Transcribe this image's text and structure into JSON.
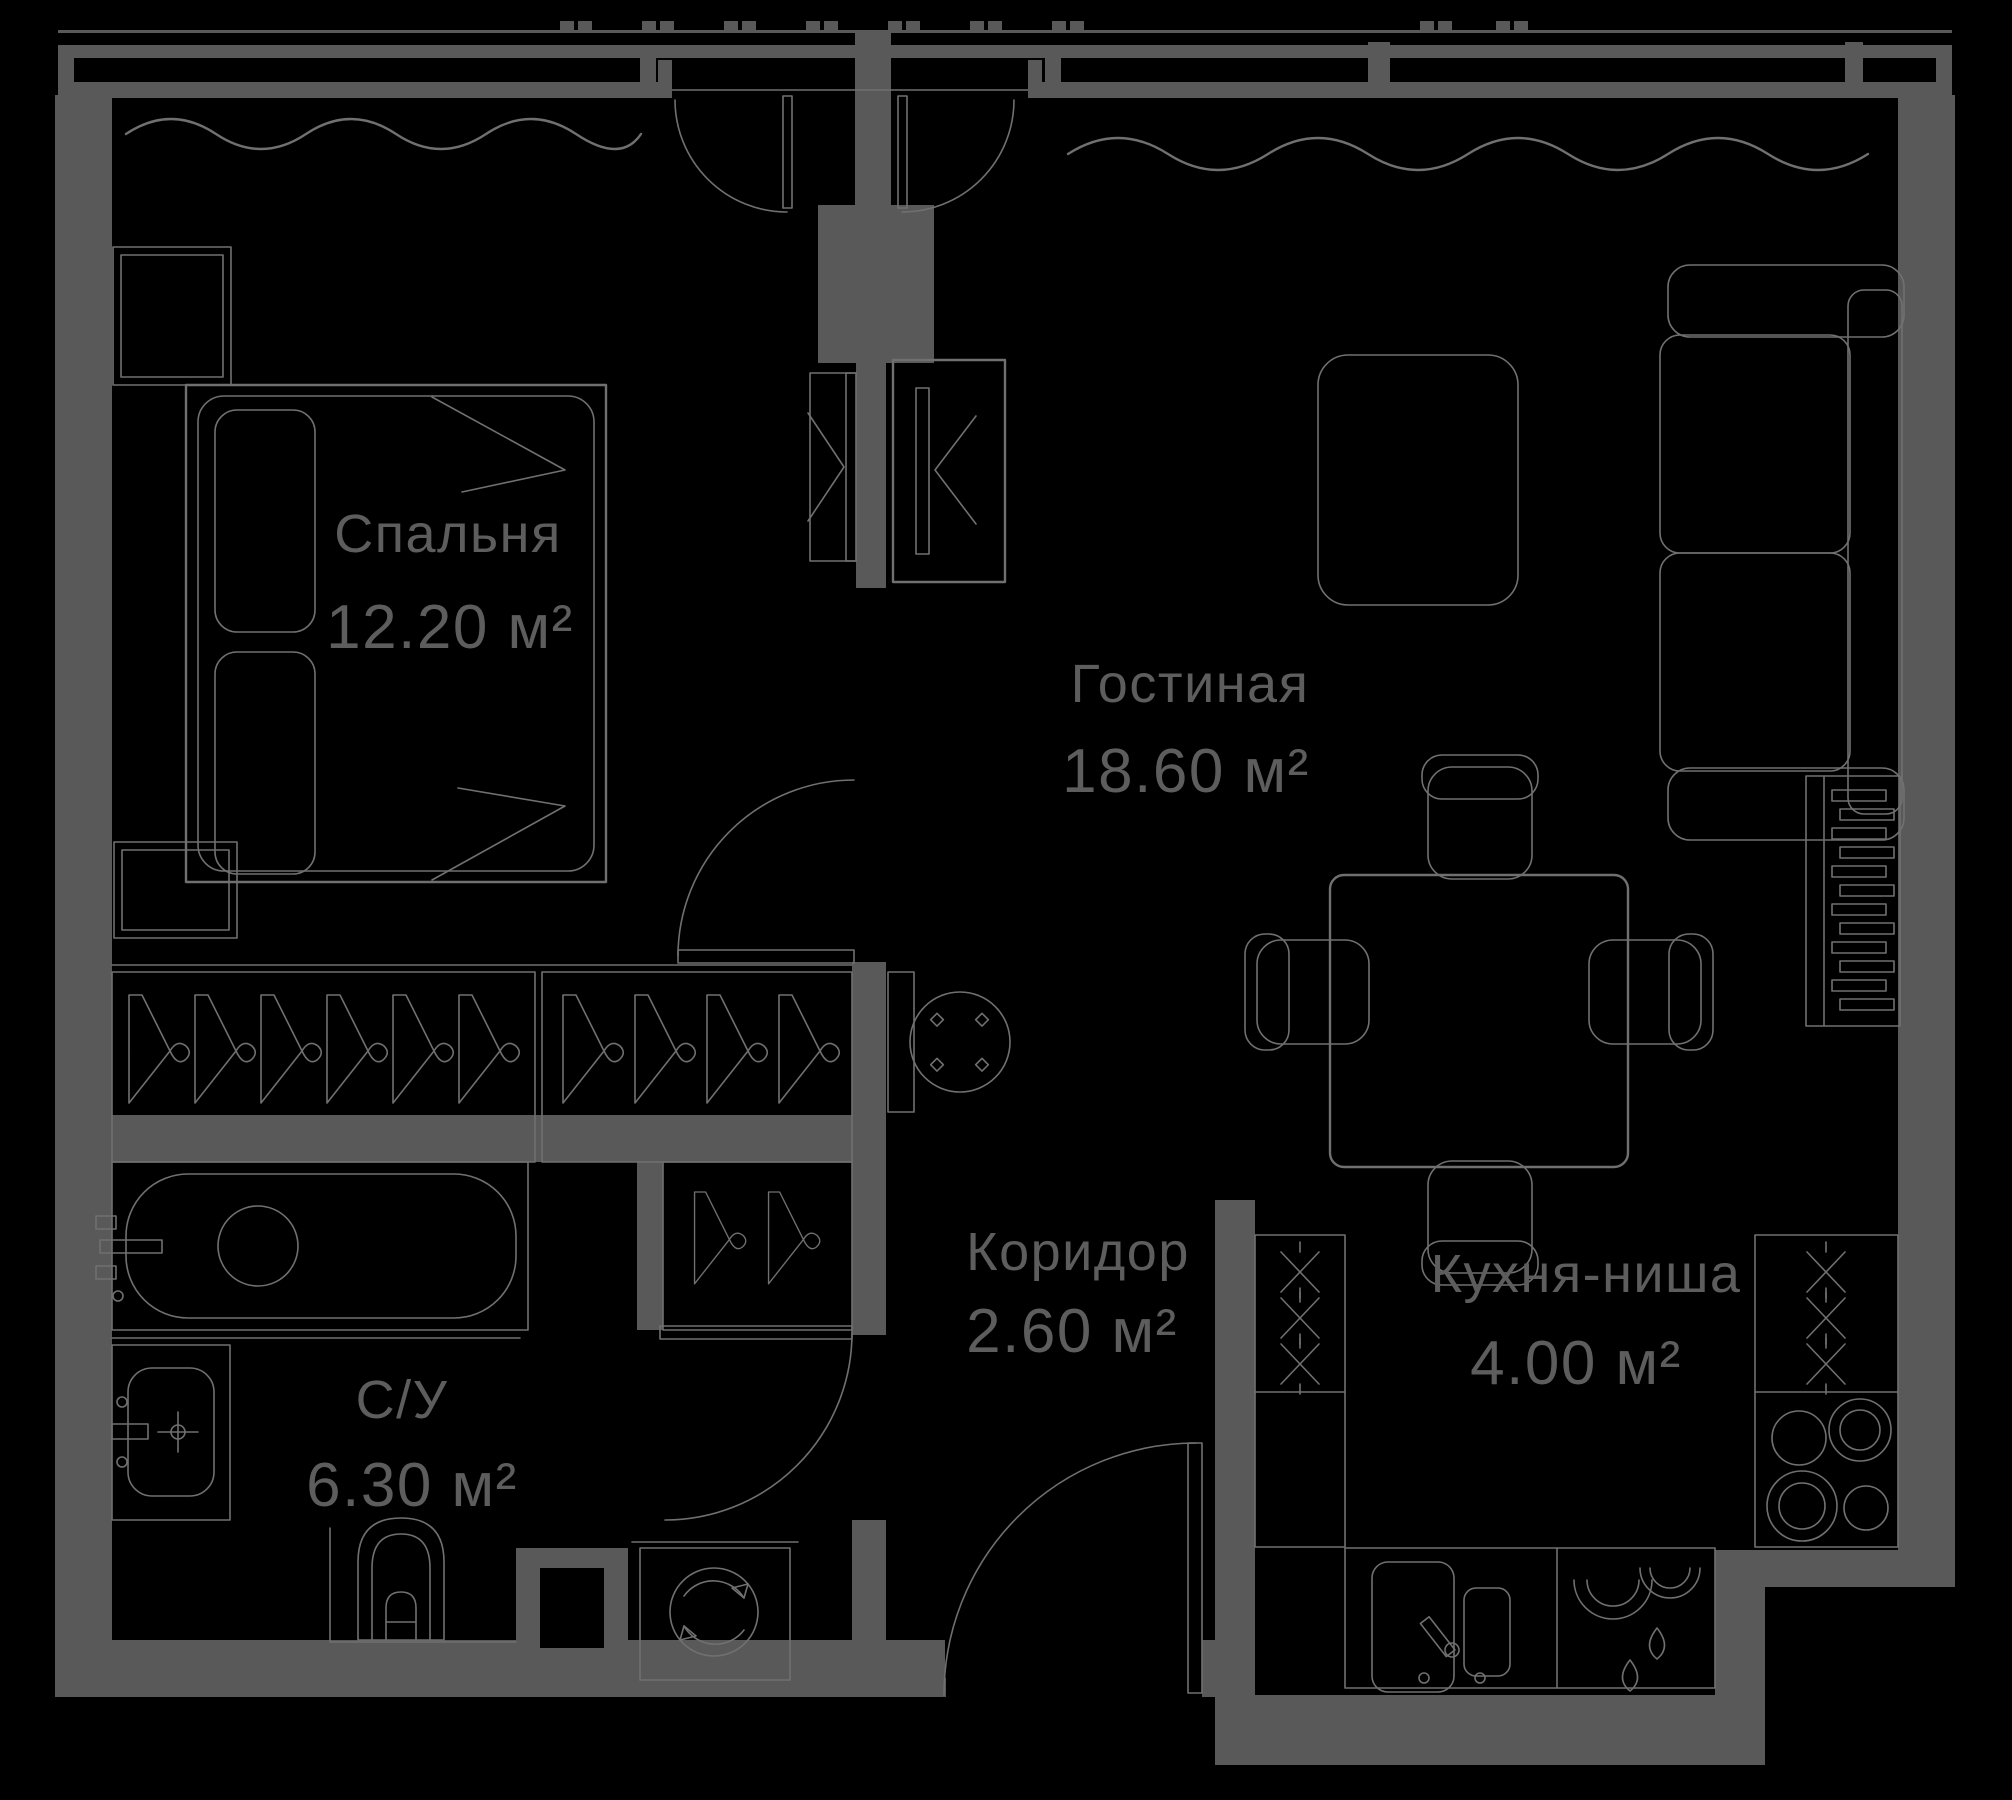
{
  "plan": {
    "type": "apartment-floor-plan",
    "colors": {
      "background": "#000000",
      "wall": "#595959",
      "line": "#707070",
      "label": "#5d5d5d"
    },
    "rooms": [
      {
        "id": "bedroom",
        "name": "Спальня",
        "area": "12.20 м²"
      },
      {
        "id": "living",
        "name": "Гостиная",
        "area": "18.60 м²"
      },
      {
        "id": "corridor",
        "name": "Коридор",
        "area": "2.60 м²"
      },
      {
        "id": "kitchen",
        "name": "Кухня-ниша",
        "area": "4.00 м²"
      },
      {
        "id": "bathroom",
        "name": "С/У",
        "area": "6.30 м²"
      }
    ],
    "icons": [
      "double-bed",
      "pillows",
      "nightstand",
      "wardrobe-hangers",
      "closet-hangers",
      "sliding-wardrobe",
      "tv-cabinet",
      "sofa",
      "rug",
      "dining-table",
      "chairs",
      "radiator",
      "round-table",
      "bathtub",
      "bath-faucet",
      "washbasin",
      "toilet",
      "washing-machine",
      "tall-cabinet-x",
      "cooktop",
      "kitchen-sink",
      "dish-dryer",
      "window-band",
      "curtain-wave",
      "balcony-doors",
      "bedroom-door",
      "bathroom-door",
      "entry-door"
    ]
  }
}
